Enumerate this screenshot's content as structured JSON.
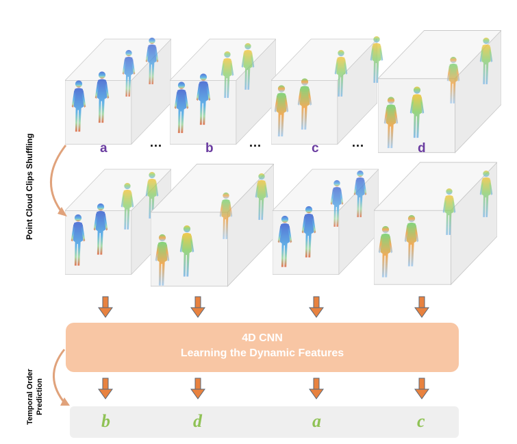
{
  "side_labels": {
    "shuffling": "Point Cloud Clips Shuffling",
    "order_line1": "Temporal Order",
    "order_line2": "Prediction"
  },
  "clip_labels": [
    "a",
    "b",
    "c",
    "d"
  ],
  "ellipsis": "...",
  "cnn": {
    "line1": "4D CNN",
    "line2": "Learning the Dynamic Features"
  },
  "predicted_order": [
    "b",
    "d",
    "a",
    "c"
  ],
  "colors": {
    "cnn_fill": "#f8c6a4",
    "arrow": "#e8823f",
    "arrow_outline": "#5a6675",
    "clip_label": "#6a3ca0",
    "prediction": "#8fc255",
    "output_box": "#efefef",
    "curved_arrow": "#e0a27b"
  }
}
